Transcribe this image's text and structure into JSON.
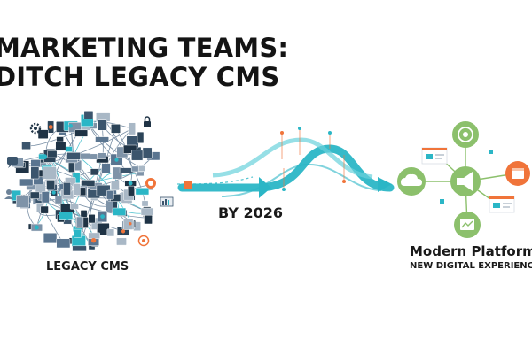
{
  "title": {
    "line1": "MARKETING TEAMS:",
    "line2": "DITCH LEGACY CMS"
  },
  "legacy": {
    "label": "LEGACY CMS"
  },
  "transition": {
    "label": "BY 2026"
  },
  "modern": {
    "title": "Modern Platform",
    "subtitle": "NEW DIGITAL EXPERIENCE"
  },
  "colors": {
    "dark_navy": "#1f3345",
    "slate": "#5a7590",
    "teal": "#2bb6c6",
    "teal_light": "#69d1dc",
    "orange": "#f0743a",
    "green": "#8cc06c",
    "text": "#141414"
  },
  "icons": [
    "lock-icon",
    "gear-icon",
    "chat-icon",
    "cloud-icon",
    "target-icon",
    "megaphone-icon",
    "calendar-icon",
    "analytics-icon"
  ]
}
